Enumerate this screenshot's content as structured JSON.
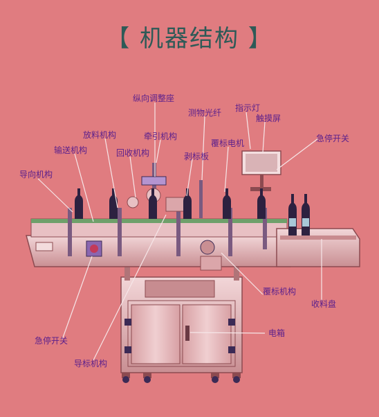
{
  "title": "【 机器结构 】",
  "labels": {
    "longitudinal_seat": "纵向调整座",
    "indicator_light": "指示灯",
    "measure_fiber": "测物光纤",
    "touch_screen": "触摸屏",
    "discharge": "放料机构",
    "traction": "牵引机构",
    "emergency_top": "急停开关",
    "conveyor": "输送机构",
    "recycle": "回收机构",
    "peel_plate": "剥标板",
    "cover_motor": "覆标电机",
    "guide": "导向机构",
    "cover_mech": "覆标机构",
    "collect_tray": "收料盘",
    "emergency_bottom": "急停开关",
    "electric_box": "电箱",
    "label_guide": "导标机构"
  }
}
